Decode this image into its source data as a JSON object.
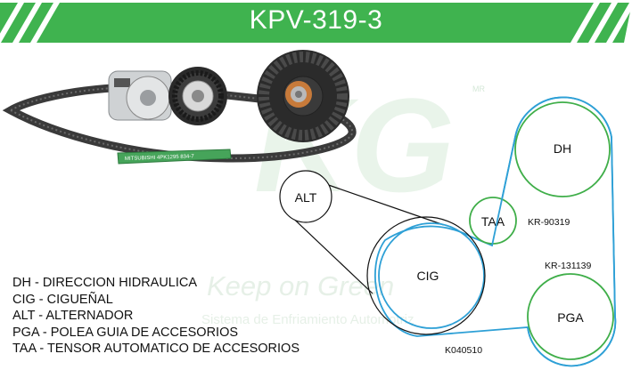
{
  "title": "KPV-319-3",
  "watermark": {
    "mark": "KG",
    "registered": "MR",
    "tagline": "Keep on Green",
    "subtitle": "Sistema de Enfriamiento Automotriz"
  },
  "belt_print": "MITSUBISHI  4PK1295  834-7",
  "pulleys": [
    "DH",
    "ALT",
    "TAA",
    "CIG",
    "PGA"
  ],
  "part_numbers": {
    "taa": "KR-90319",
    "pga": "KR-131139",
    "belt": "K040510"
  },
  "legend": [
    "DH - DIRECCION HIDRAULICA",
    "CIG - CIGUEÑAL",
    "ALT - ALTERNADOR",
    "PGA - POLEA GUIA DE ACCESORIOS",
    "TAA - TENSOR AUTOMATICO DE ACCESORIOS"
  ],
  "colors": {
    "header_green": "#3fb34f",
    "blue_belt": "#2ea0d6",
    "green_pulley": "#3fae49",
    "watermark": "#e6f2e8"
  }
}
